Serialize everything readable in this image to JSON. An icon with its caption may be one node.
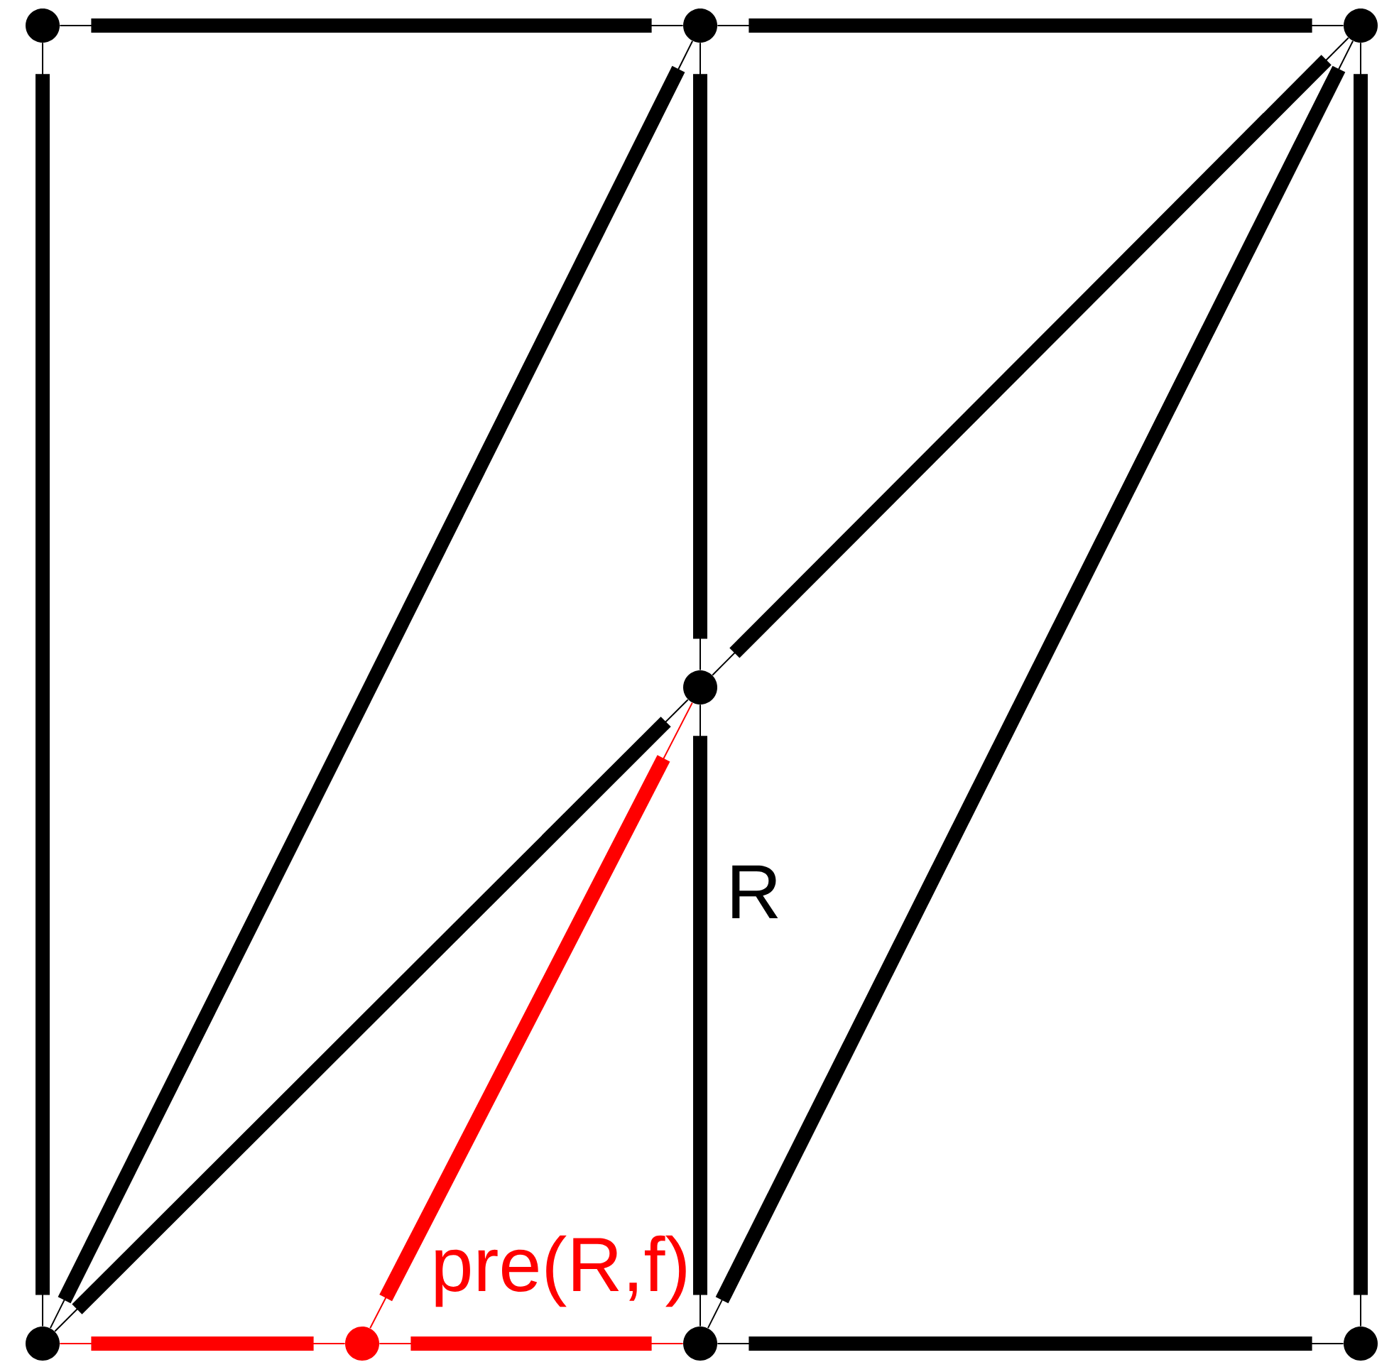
{
  "diagram": {
    "nodes": [
      {
        "text": [],
        "shape": "circle"
      },
      {
        "text": [],
        "shape": "circle"
      },
      {
        "text": [],
        "shape": "circle"
      },
      {
        "text": [],
        "shape": "circle"
      },
      {
        "text": [],
        "shape": "circle"
      },
      {
        "text": [],
        "shape": "circle"
      },
      {
        "text": [],
        "shape": "circle"
      },
      {
        "text": [],
        "shape": "circle"
      }
    ],
    "edges": [
      {
        "from": 0,
        "to": 1,
        "arrow": "none"
      },
      {
        "from": 1,
        "to": 2,
        "arrow": "none"
      },
      {
        "from": 0,
        "to": 4,
        "arrow": "none"
      },
      {
        "from": 1,
        "to": 3,
        "arrow": "none"
      },
      {
        "from": 2,
        "to": 7,
        "arrow": "none"
      },
      {
        "from": 1,
        "to": 4,
        "arrow": "none"
      },
      {
        "from": 3,
        "to": 2,
        "arrow": "none"
      },
      {
        "from": 4,
        "to": 3,
        "arrow": "none"
      },
      {
        "from": 2,
        "to": 6,
        "arrow": "none"
      },
      {
        "from": 3,
        "to": 6,
        "arrow": "none"
      },
      {
        "from": 6,
        "to": 7,
        "arrow": "none"
      },
      {
        "from": 4,
        "to": 5,
        "arrow": "none",
        "color": "#ff0000"
      },
      {
        "from": 5,
        "to": 6,
        "arrow": "none",
        "color": "#ff0000"
      },
      {
        "from": 5,
        "to": 3,
        "arrow": "none",
        "color": "#ff0000"
      }
    ],
    "labels": [
      "R",
      "pre(R,f)"
    ]
  }
}
